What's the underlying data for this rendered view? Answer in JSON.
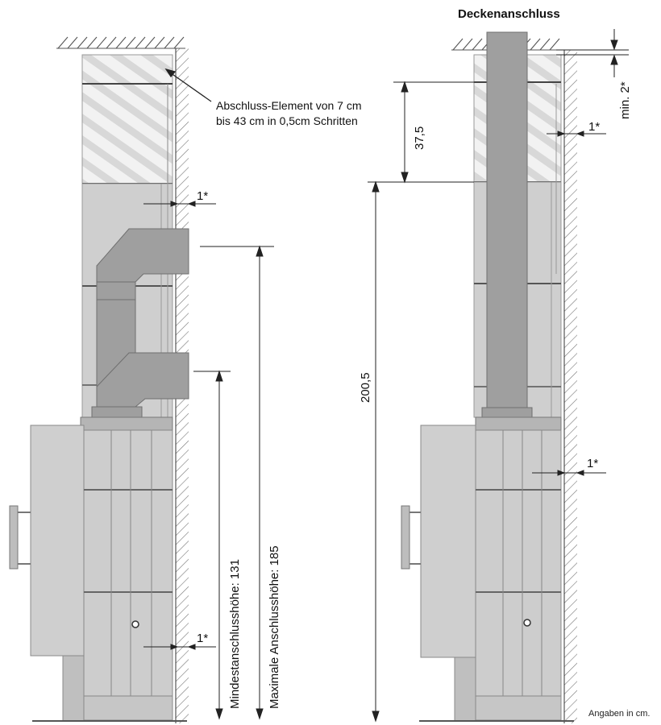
{
  "labels": {
    "ceiling_title": "Deckenanschluss",
    "closure_line1": "Abschluss-Element von 7 cm",
    "closure_line2": "bis 43 cm in 0,5cm Schritten",
    "gap_1a": "1*",
    "gap_1b": "1*",
    "gap_1c": "1*",
    "gap_1d": "1*",
    "min_gap": "min. 2*",
    "dim_37_5": "37,5",
    "dim_200_5": "200,5",
    "min_height": "Mindestanschlusshöhe: 131",
    "max_height": "Maximale Anschlusshöhe: 185",
    "units_note": "Angaben in cm."
  },
  "colors": {
    "panel": "#c9c9c9",
    "panel_dark": "#a9a9a9",
    "pipe": "#9d9d9d",
    "hatch": "#8a8a8a",
    "line": "#222222"
  }
}
